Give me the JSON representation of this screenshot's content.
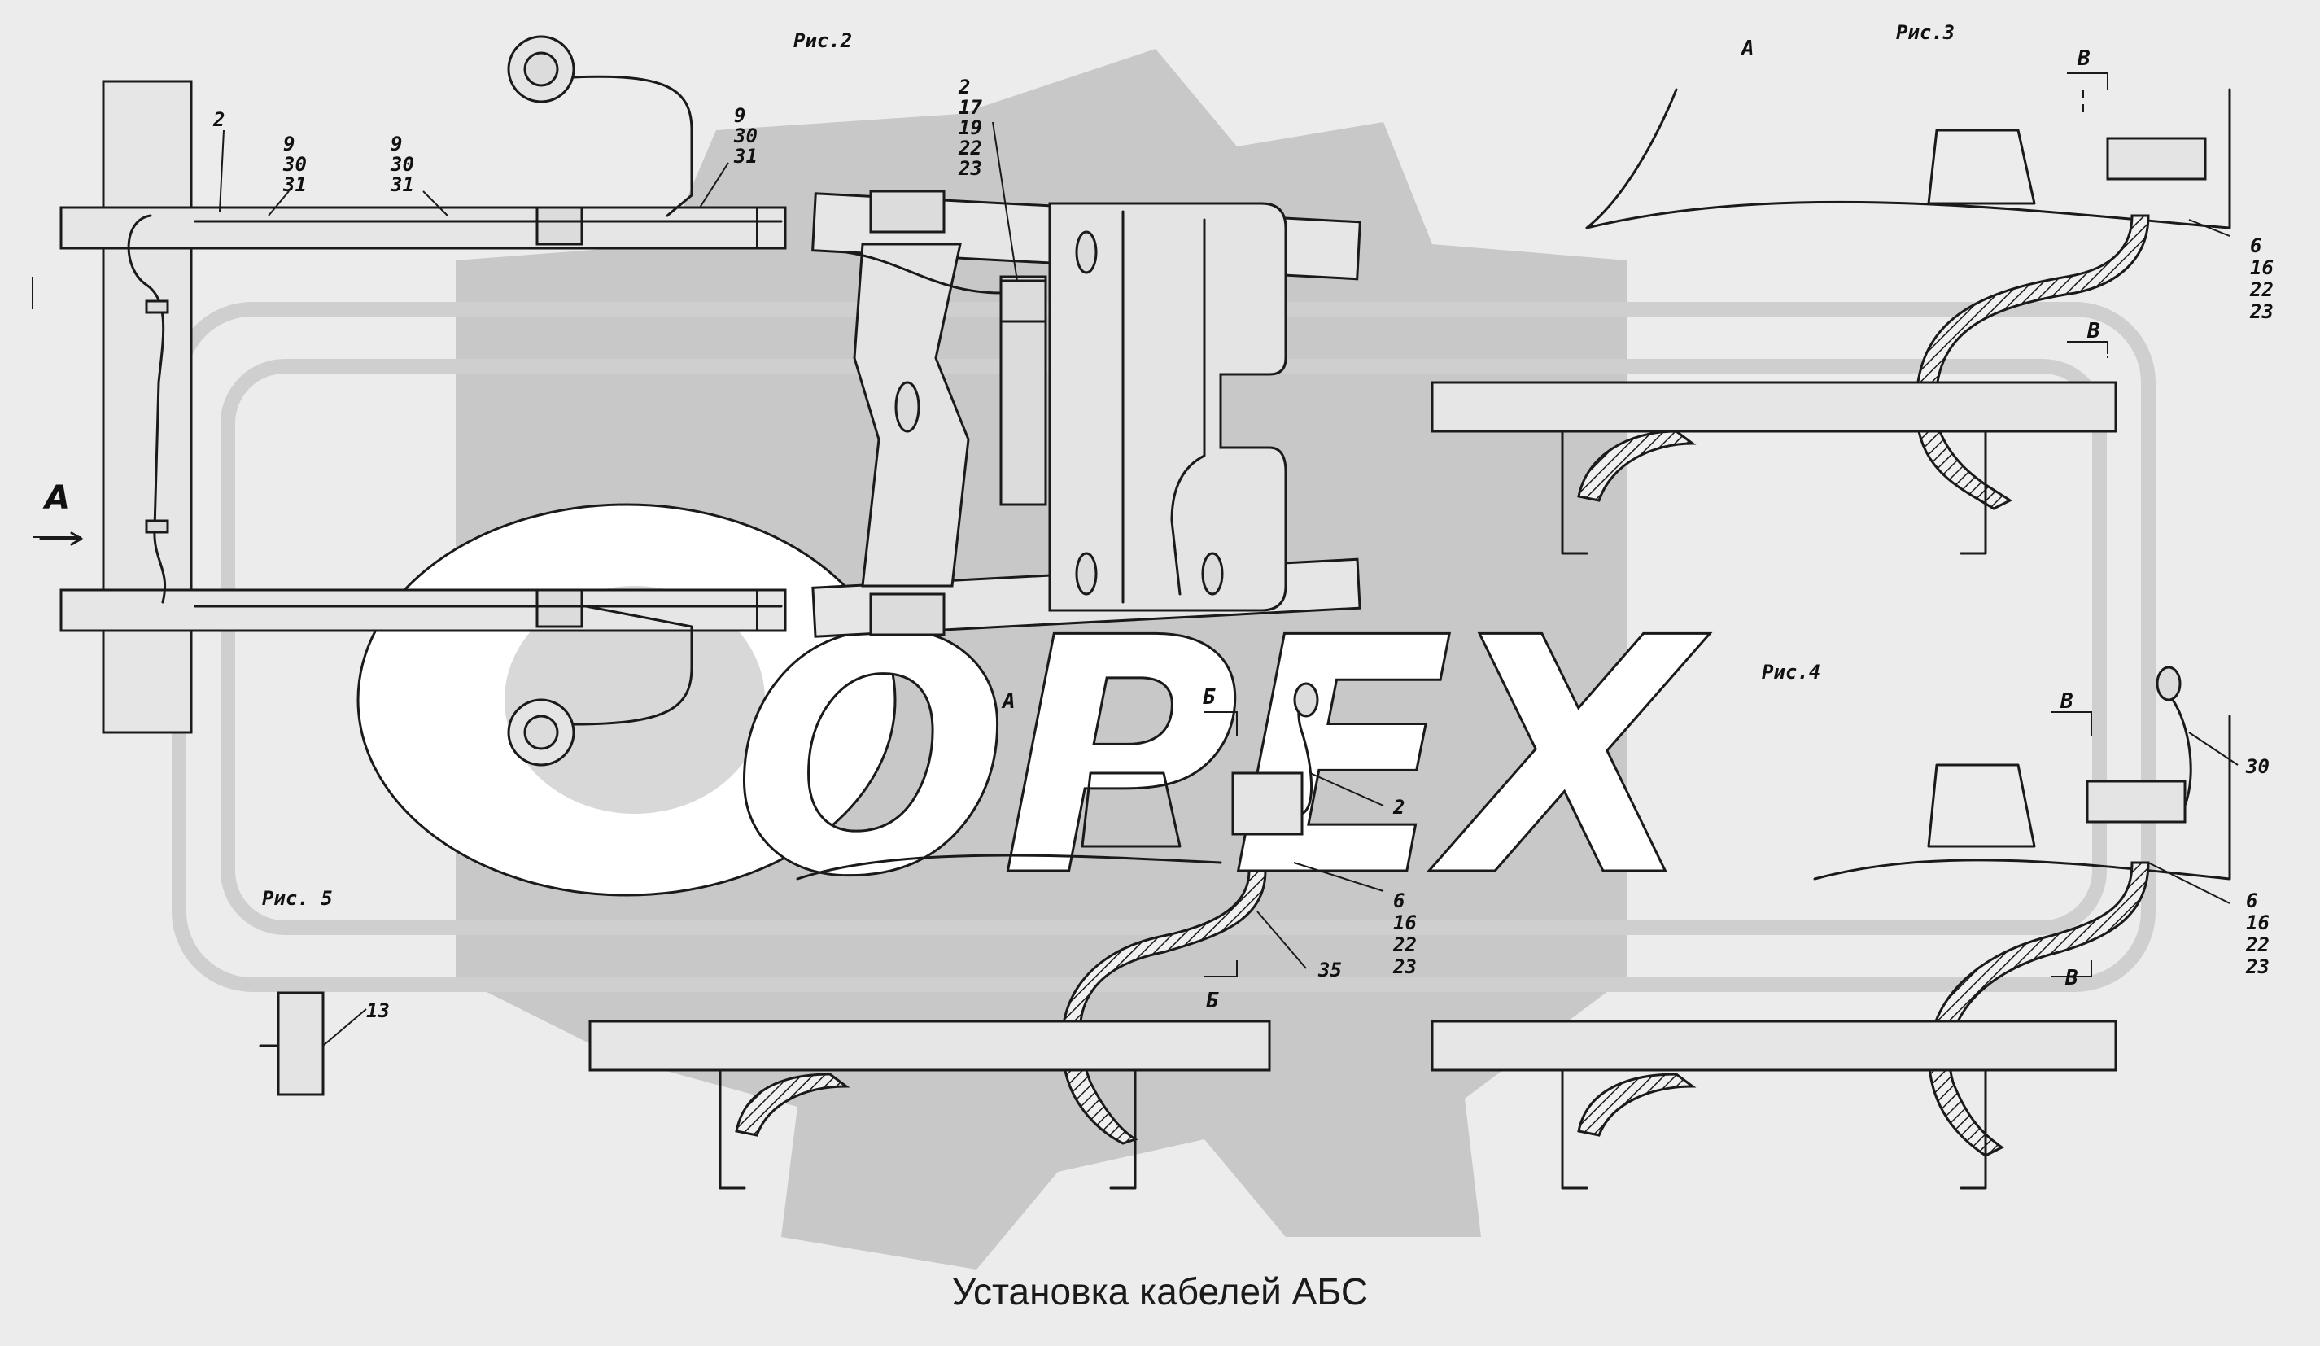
{
  "watermark": {
    "text": "OPEX"
  },
  "figures": {
    "fig2": "Рис.2",
    "fig3": "Рис.3",
    "fig4": "Рис.4",
    "fig5": "Рис. 5"
  },
  "view_labels": {
    "a_arrow": "A",
    "a_fig2": "А",
    "a_fig3": "А",
    "b_top_1": "Б",
    "b_bottom_1": "Б",
    "v_top_3": "В",
    "v_bottom_3": "В",
    "v_top_4": "В",
    "v_bottom_4": "В"
  },
  "callouts": {
    "c1": [
      "2"
    ],
    "c2": [
      "9",
      "30",
      "31"
    ],
    "c3": [
      "9",
      "30",
      "31"
    ],
    "c4": [
      "9",
      "30",
      "31"
    ],
    "c5": [
      "2",
      "17",
      "19",
      "22",
      "23"
    ],
    "c6": [
      "6",
      "16",
      "22",
      "23"
    ],
    "c7": [
      "2"
    ],
    "c8": [
      "6",
      "16",
      "22",
      "23"
    ],
    "c9": [
      "35"
    ],
    "c10": [
      "30"
    ],
    "c11": [
      "6",
      "16",
      "22",
      "23"
    ],
    "c12": [
      "13"
    ]
  },
  "caption": "Установка кабелей АБС"
}
